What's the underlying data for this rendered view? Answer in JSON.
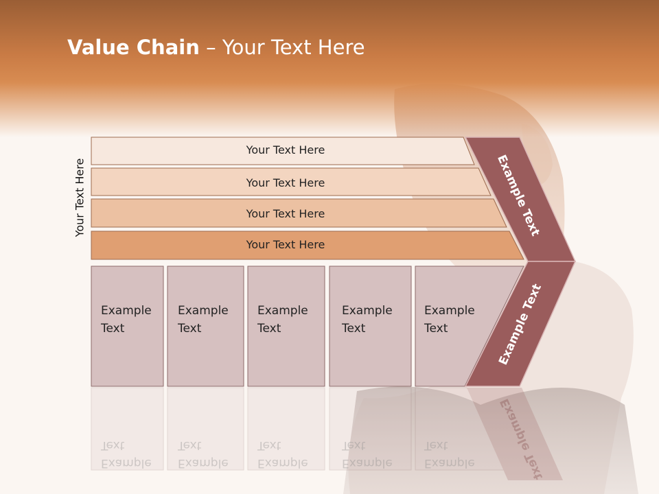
{
  "title": {
    "bold": "Value Chain",
    "rest": " – Your Text Here"
  },
  "side_label": "Your Text Here",
  "rows": [
    {
      "label": "Your Text Here",
      "fill": "#f7e8de"
    },
    {
      "label": "Your Text Here",
      "fill": "#f3d5c0"
    },
    {
      "label": "Your Text Here",
      "fill": "#ecc1a2"
    },
    {
      "label": "Your Text Here",
      "fill": "#e09f72"
    }
  ],
  "columns": [
    {
      "line1": "Example",
      "line2": "Text"
    },
    {
      "line1": "Example",
      "line2": "Text"
    },
    {
      "line1": "Example",
      "line2": "Text"
    },
    {
      "line1": "Example",
      "line2": "Text"
    },
    {
      "line1": "Example",
      "line2": "Text"
    }
  ],
  "chevron": {
    "upper": "Example Text",
    "lower": "Example Text"
  },
  "colors": {
    "row_stroke": "#9c6a4e",
    "column_fill": "#d6c0c0",
    "column_stroke": "#8d6a6a",
    "chevron_fill": "#9a5c5c",
    "chevron_stroke": "#d9b6b6"
  }
}
